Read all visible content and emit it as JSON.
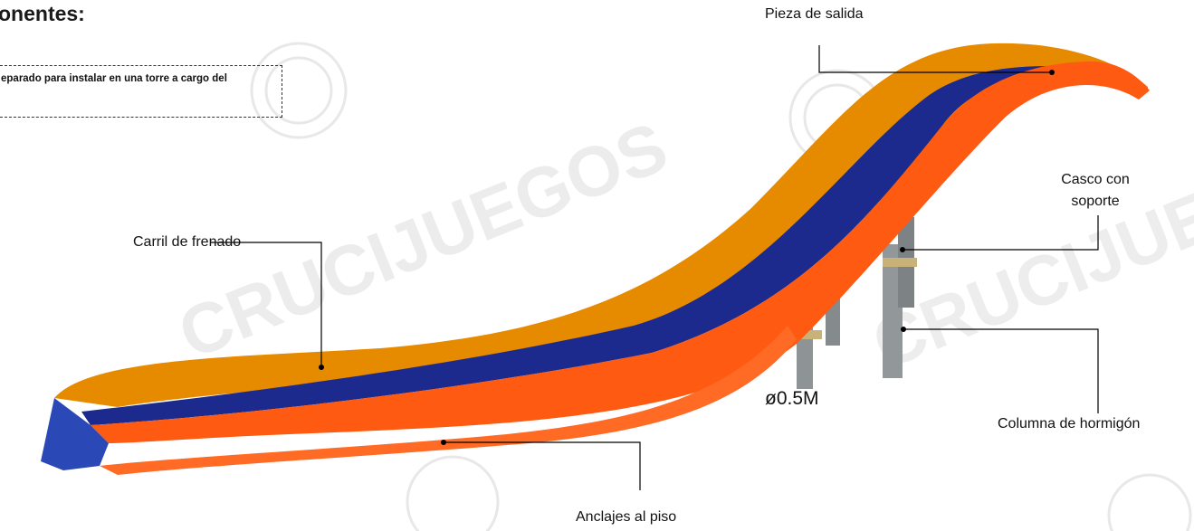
{
  "title": "onentes:",
  "note": "eparado para instalar en una torre a cargo del",
  "watermark": "CRUCIJUEGOS",
  "labels": {
    "exit_piece": "Pieza de salida",
    "helmet_support": "Casco con soporte",
    "brake_lane": "Carril de frenado",
    "concrete_column": "Columna de hormigón",
    "floor_anchors": "Anclajes al piso",
    "diameter": "ø0.5M"
  },
  "colors": {
    "slide_orange": "#FF5A12",
    "slide_amber": "#E68A00",
    "lane_blue": "#1B2A8C",
    "column_gray": "#8A8F92"
  }
}
